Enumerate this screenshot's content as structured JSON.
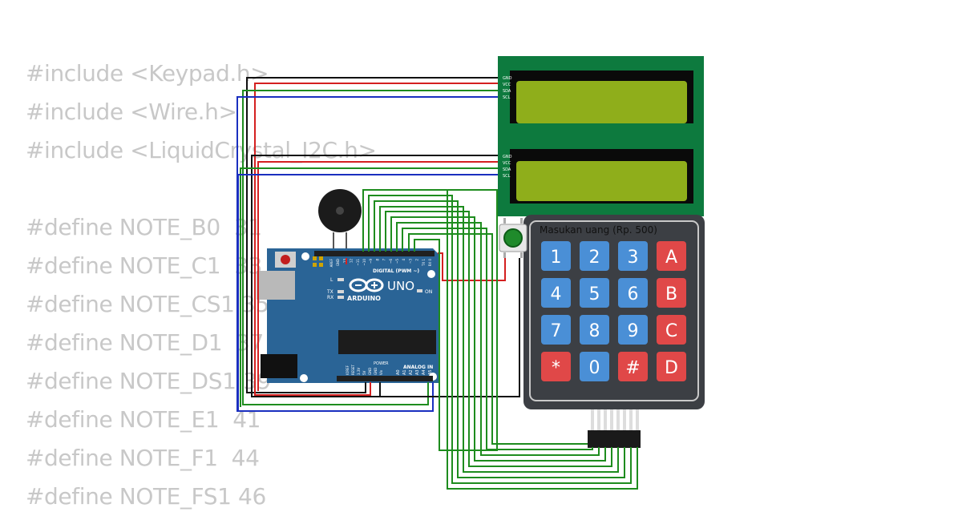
{
  "code_lines": [
    "#include <Keypad.h>",
    "#include <Wire.h>",
    "#include <LiquidCrystal_I2C.h>",
    "",
    "#define NOTE_B0  31",
    "#define NOTE_C1  33",
    "#define NOTE_CS1 35",
    "#define NOTE_D1  37",
    "#define NOTE_DS1 39",
    "#define NOTE_E1  41",
    "#define NOTE_F1  44",
    "#define NOTE_FS1 46"
  ],
  "lcd": {
    "pin_labels": [
      "GND",
      "VCC",
      "SDA",
      "SCL"
    ]
  },
  "arduino": {
    "model": "UNO",
    "brand": "ARDUINO",
    "digital_label": "DIGITAL (PWM ~)",
    "analog_label": "ANALOG IN",
    "power_label": "POWER",
    "on_label": "ON",
    "led_labels": [
      "L",
      "TX",
      "RX"
    ],
    "digital_pins": [
      "AREF",
      "GND",
      "13",
      "12",
      "~11",
      "~10",
      "~9",
      "8",
      "7",
      "~6",
      "~5",
      "4",
      "~3",
      "2",
      "TX 1",
      "RX 0"
    ],
    "power_pins": [
      "IOREF",
      "RESET",
      "3.3V",
      "5V",
      "GND",
      "GND",
      "Vin"
    ],
    "analog_pins": [
      "A0",
      "A1",
      "A2",
      "A3",
      "A4",
      "A5"
    ]
  },
  "keypad": {
    "label": "Masukan uang (Rp. 500)",
    "keys": [
      [
        "1",
        "2",
        "3",
        "A"
      ],
      [
        "4",
        "5",
        "6",
        "B"
      ],
      [
        "7",
        "8",
        "9",
        "C"
      ],
      [
        "*",
        "0",
        "#",
        "D"
      ]
    ]
  },
  "colors": {
    "wire_green": "#1e8c1e",
    "wire_red": "#d42020",
    "wire_black": "#111111",
    "wire_blue": "#1a2fbf",
    "lcd_board": "#0d7a3e",
    "lcd_screen": "#8fae1b",
    "arduino_board": "#2a6496",
    "keypad_body": "#3c3f44",
    "key_blue": "#4a8fd6",
    "key_red": "#e04848"
  }
}
